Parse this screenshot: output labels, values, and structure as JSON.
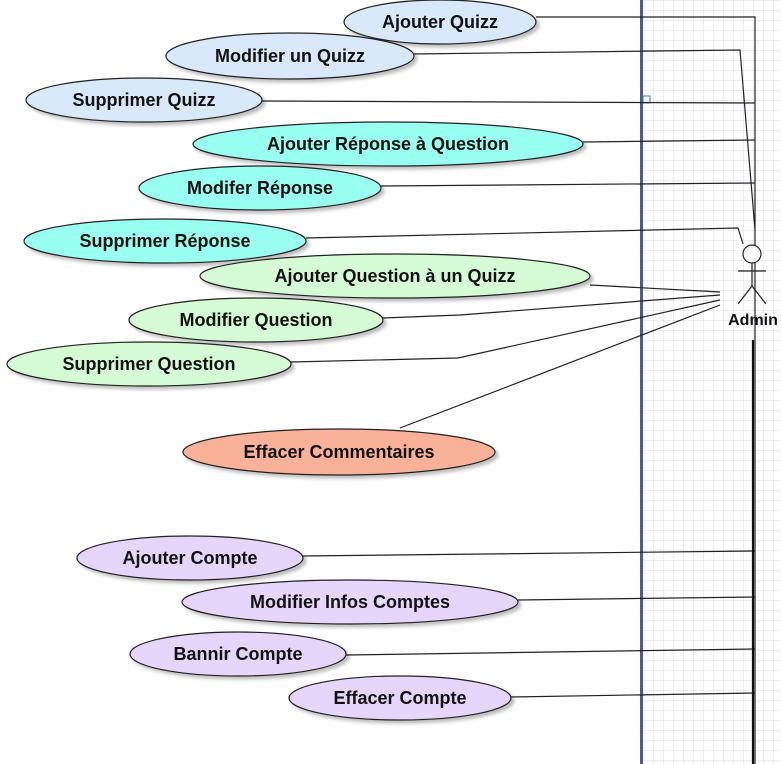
{
  "actor": {
    "label": "Admin"
  },
  "colors": {
    "quiz": "#dae8fc",
    "reponse": "#99fff0",
    "question": "#d5fcd5",
    "commentaire": "#f9b19a",
    "compte": "#e6d6fc",
    "grid_line": "#d4dbe6",
    "boundary": "#4a5f88"
  },
  "use_cases": [
    {
      "id": "ajouter-quizz",
      "label": "Ajouter Quizz",
      "group": "quiz"
    },
    {
      "id": "modifier-un-quizz",
      "label": "Modifier un Quizz",
      "group": "quiz"
    },
    {
      "id": "supprimer-quizz",
      "label": "Supprimer Quizz",
      "group": "quiz"
    },
    {
      "id": "ajouter-reponse",
      "label": "Ajouter Réponse à Question",
      "group": "reponse"
    },
    {
      "id": "modifer-reponse",
      "label": "Modifer Réponse",
      "group": "reponse"
    },
    {
      "id": "supprimer-reponse",
      "label": "Supprimer Réponse",
      "group": "reponse"
    },
    {
      "id": "ajouter-question",
      "label": "Ajouter Question à un Quizz",
      "group": "question"
    },
    {
      "id": "modifier-question",
      "label": "Modifier Question",
      "group": "question"
    },
    {
      "id": "supprimer-question",
      "label": "Supprimer Question",
      "group": "question"
    },
    {
      "id": "effacer-commentaires",
      "label": "Effacer Commentaires",
      "group": "commentaire"
    },
    {
      "id": "ajouter-compte",
      "label": "Ajouter Compte",
      "group": "compte"
    },
    {
      "id": "modifier-infos-comptes",
      "label": "Modifier Infos  Comptes",
      "group": "compte"
    },
    {
      "id": "bannir-compte",
      "label": "Bannir Compte",
      "group": "compte"
    },
    {
      "id": "effacer-compte",
      "label": "Effacer Compte",
      "group": "compte"
    }
  ]
}
